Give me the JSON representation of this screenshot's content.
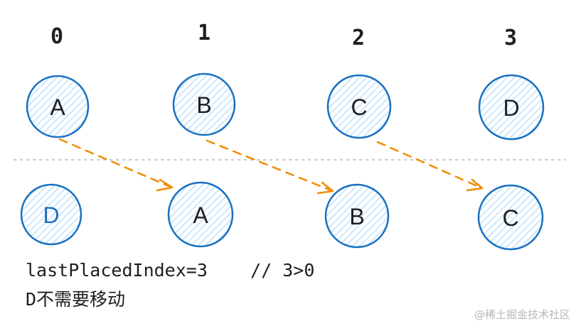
{
  "diagram": {
    "indices": [
      "0",
      "1",
      "2",
      "3"
    ],
    "old_nodes": [
      "A",
      "B",
      "C",
      "D"
    ],
    "new_nodes": [
      "D",
      "A",
      "B",
      "C"
    ],
    "colors": {
      "circle_stroke": "#1971c2",
      "hatch": "#a5d8ff",
      "arrow": "#f08c00",
      "divider": "#cfcfcf",
      "text": "#1e1e1e",
      "highlight_text": "#1971c2"
    }
  },
  "code": {
    "line1": "lastPlacedIndex=3    // 3>0",
    "line2": "D不需要移动"
  },
  "watermark": "@稀土掘金技术社区"
}
